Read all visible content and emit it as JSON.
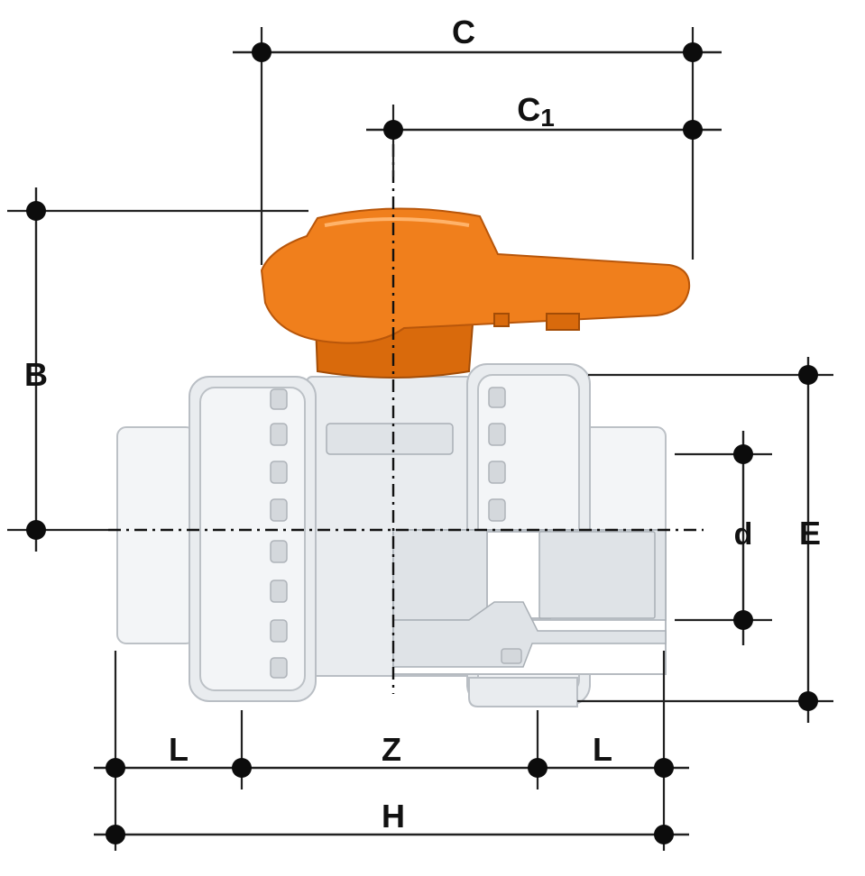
{
  "dimensions": {
    "c": "C",
    "c1_main": "C",
    "c1_sub": "1",
    "b": "B",
    "e": "E",
    "d": "d",
    "l_left": "L",
    "z": "Z",
    "l_right": "L",
    "h": "H"
  },
  "colors": {
    "handle": "#f07f1c",
    "body": "#e9ecef",
    "line": "#222222"
  }
}
